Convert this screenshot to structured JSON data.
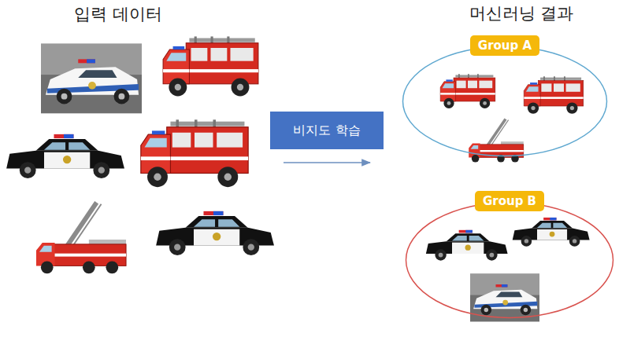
{
  "diagram": {
    "nodes": [
      {
        "text": [
          "비지도 학습"
        ]
      },
      {
        "text": [
          "Group A"
        ]
      },
      {
        "text": [
          "Group B"
        ]
      }
    ],
    "labels": [
      "입력 데이터",
      "머신러닝 결과"
    ]
  }
}
